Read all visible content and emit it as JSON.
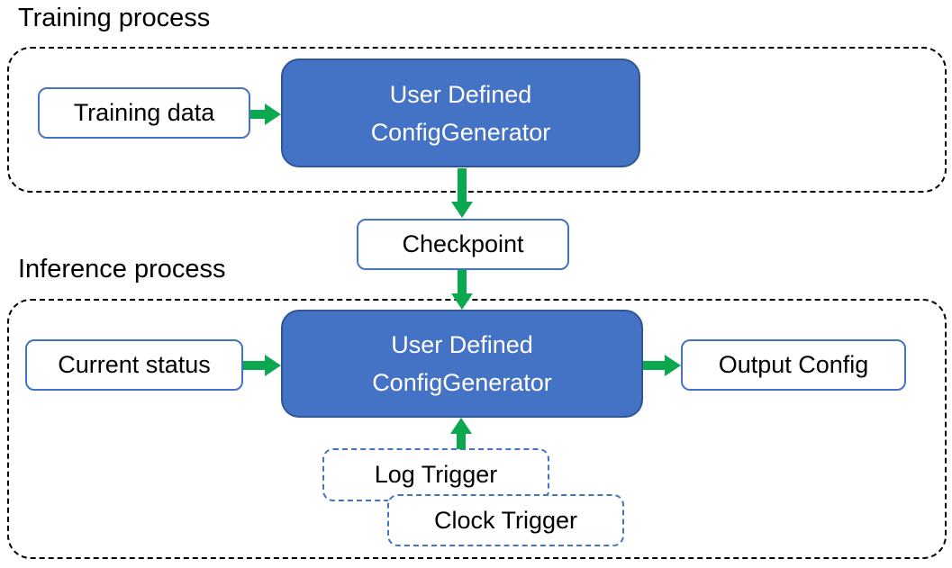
{
  "colors": {
    "blue-fill": "#4472C4",
    "blue-dark": "#2F5597",
    "box-border": "#4472C4",
    "trigger-border": "#4472C4",
    "arrow-green": "#0BA84F",
    "container-border": "#000000",
    "text-dark": "#000000",
    "text-light": "#FFFFFF"
  },
  "training": {
    "label": "Training process",
    "input_box": "Training data",
    "generator_line1": "User Defined",
    "generator_line2": "ConfigGenerator"
  },
  "checkpoint": {
    "label": "Checkpoint"
  },
  "inference": {
    "label": "Inference process",
    "input_box": "Current status",
    "generator_line1": "User Defined",
    "generator_line2": "ConfigGenerator",
    "output_box": "Output Config",
    "log_trigger": "Log Trigger",
    "clock_trigger": "Clock Trigger"
  }
}
